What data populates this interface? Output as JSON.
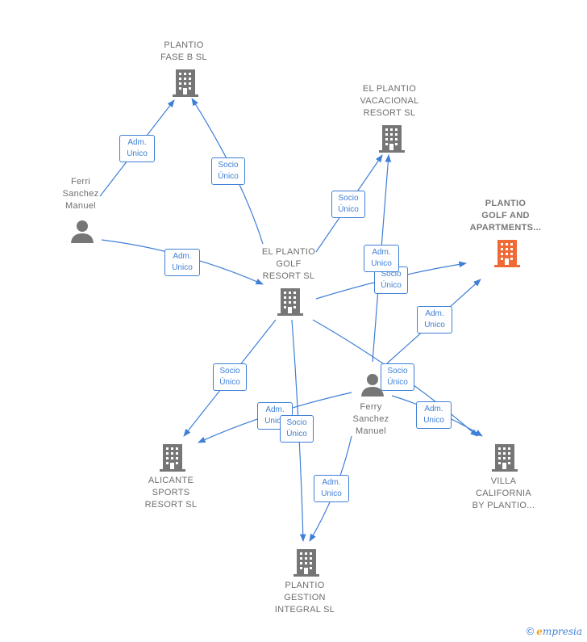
{
  "colors": {
    "edge": "#3f7fd6",
    "building": "#767676",
    "building_highlight": "#f06a35",
    "person": "#767676"
  },
  "nodes": [
    {
      "id": "plantio-fase-b",
      "kind": "company",
      "lines": [
        "PLANTIO",
        "FASE B  SL"
      ],
      "icon": "building-icon"
    },
    {
      "id": "el-plantio-vacacional",
      "kind": "company",
      "lines": [
        "EL PLANTIO",
        "VACACIONAL",
        "RESORT  SL"
      ],
      "icon": "building-icon"
    },
    {
      "id": "plantio-golf-apartments",
      "kind": "company",
      "highlight": true,
      "lines": [
        "PLANTIO",
        "GOLF AND",
        "APARTMENTS..."
      ],
      "icon": "building-icon"
    },
    {
      "id": "ferri-sanchez-manuel",
      "kind": "person",
      "lines": [
        "Ferri",
        "Sanchez",
        "Manuel"
      ],
      "icon": "person-icon"
    },
    {
      "id": "el-plantio-golf-resort",
      "kind": "company",
      "lines": [
        "EL PLANTIO",
        "GOLF",
        "RESORT SL"
      ],
      "icon": "building-icon"
    },
    {
      "id": "ferry-sanchez-manuel",
      "kind": "person",
      "lines": [
        "Ferry",
        "Sanchez",
        "Manuel"
      ],
      "icon": "person-icon"
    },
    {
      "id": "alicante-sports-resort",
      "kind": "company",
      "lines": [
        "ALICANTE",
        "SPORTS",
        "RESORT  SL"
      ],
      "icon": "building-icon"
    },
    {
      "id": "villa-california",
      "kind": "company",
      "lines": [
        "VILLA",
        "CALIFORNIA",
        "BY PLANTIO..."
      ],
      "icon": "building-icon"
    },
    {
      "id": "plantio-gestion-integral",
      "kind": "company",
      "lines": [
        "PLANTIO",
        "GESTION",
        "INTEGRAL  SL"
      ],
      "icon": "building-icon"
    }
  ],
  "edge_labels": [
    {
      "id": "e1",
      "lines": [
        "Adm.",
        "Unico"
      ]
    },
    {
      "id": "e2",
      "lines": [
        "Socio",
        "Único"
      ]
    },
    {
      "id": "e3",
      "lines": [
        "Adm.",
        "Unico"
      ]
    },
    {
      "id": "e4",
      "lines": [
        "Socio",
        "Único"
      ]
    },
    {
      "id": "e5",
      "lines": [
        "Adm.",
        "Unico"
      ]
    },
    {
      "id": "e6",
      "lines": [
        "Socio",
        "Único"
      ]
    },
    {
      "id": "e7",
      "lines": [
        "Adm.",
        "Unico"
      ]
    },
    {
      "id": "e8",
      "lines": [
        "Socio",
        "Único"
      ]
    },
    {
      "id": "e9",
      "lines": [
        "Socio",
        "Único"
      ]
    },
    {
      "id": "e10",
      "lines": [
        "Adm.",
        "Unico"
      ]
    },
    {
      "id": "e11",
      "lines": [
        "Socio",
        "Único"
      ]
    },
    {
      "id": "e12",
      "lines": [
        "Adm.",
        "Unico"
      ]
    },
    {
      "id": "e13",
      "lines": [
        "Adm.",
        "Unico"
      ]
    }
  ],
  "footer": {
    "copyright": "©",
    "brand_first": "e",
    "brand_rest": "mpresia"
  }
}
